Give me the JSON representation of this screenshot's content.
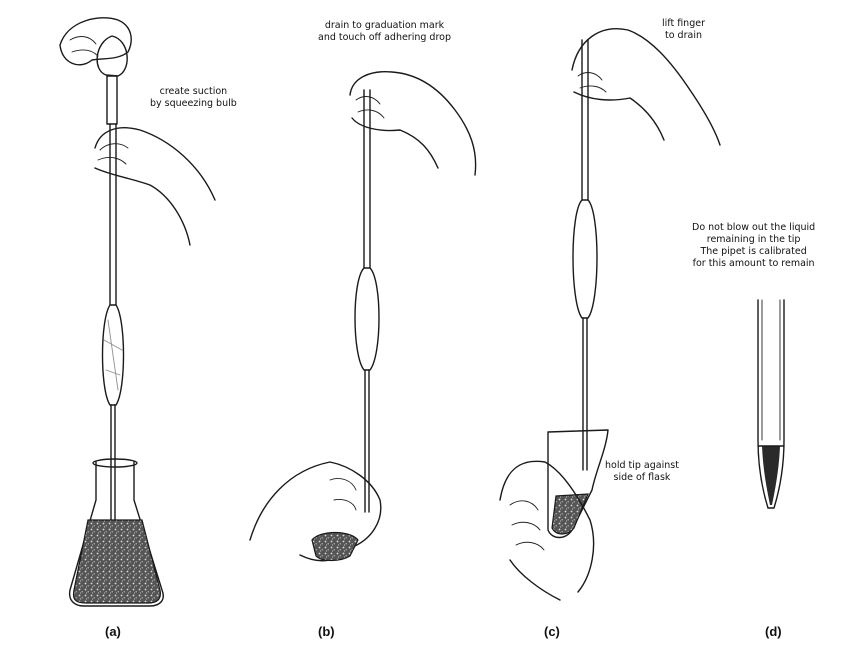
{
  "panels": [
    {
      "caption": "(a)",
      "note": "create suction\nby squeezing bulb"
    },
    {
      "caption": "(b)",
      "note": "drain to graduation mark\nand touch off adhering drop"
    },
    {
      "caption": "(c)",
      "note": "lift finger\nto drain",
      "note2": "hold tip against\nside of flask"
    },
    {
      "caption": "(d)",
      "note": "Do not blow out the liquid\nremaining in the tip\nThe pipet is calibrated\nfor this amount to remain"
    }
  ]
}
